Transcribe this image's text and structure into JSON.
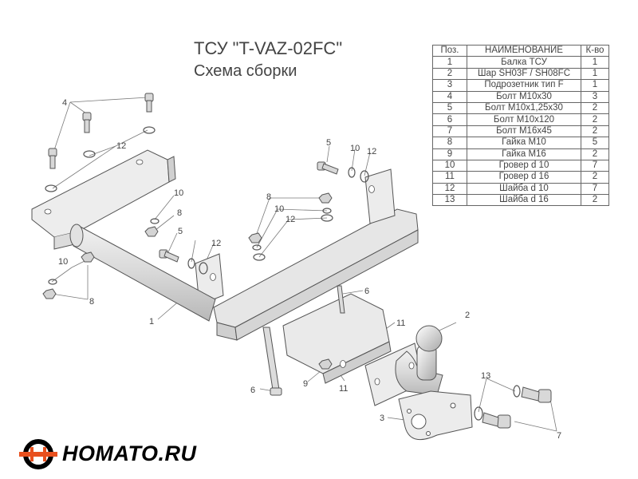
{
  "header": {
    "title": "ТСУ \"T-VAZ-02FC\"",
    "subtitle": "Схема сборки"
  },
  "parts_table": {
    "headers": [
      "Поз.",
      "НАИМЕНОВАНИЕ",
      "К-во"
    ],
    "rows": [
      [
        "1",
        "Балка ТСУ",
        "1"
      ],
      [
        "2",
        "Шар SH03F / SH08FC",
        "1"
      ],
      [
        "3",
        "Подрозетник тип F",
        "1"
      ],
      [
        "4",
        "Болт М10х30",
        "3"
      ],
      [
        "5",
        "Болт М10х1,25х30",
        "2"
      ],
      [
        "6",
        "Болт М10х120",
        "2"
      ],
      [
        "7",
        "Болт М16х45",
        "2"
      ],
      [
        "8",
        "Гайка  М10",
        "5"
      ],
      [
        "9",
        "Гайка  М16",
        "2"
      ],
      [
        "10",
        "Гровер d 10",
        "7"
      ],
      [
        "11",
        "Гровер d 16",
        "2"
      ],
      [
        "12",
        "Шайба d 10",
        "7"
      ],
      [
        "13",
        "Шайба d 16",
        "2"
      ]
    ]
  },
  "callouts": {
    "c4": "4",
    "c12a": "12",
    "c10a": "10",
    "c8a": "8",
    "c5a": "5",
    "c12b": "12",
    "c10b": "10",
    "c8b": "8",
    "c1": "1",
    "c5b": "5",
    "c10c": "10",
    "c12c": "12",
    "c8c": "8",
    "c10d": "10",
    "c12d": "12",
    "c6a": "6",
    "c11a": "11",
    "c2": "2",
    "c6b": "6",
    "c9": "9",
    "c11b": "11",
    "c13": "13",
    "c3": "3",
    "c7": "7"
  },
  "brand": {
    "name": "HOMATO.RU",
    "logo_icon": "homato-logo-icon",
    "accent": "#e8501e"
  }
}
